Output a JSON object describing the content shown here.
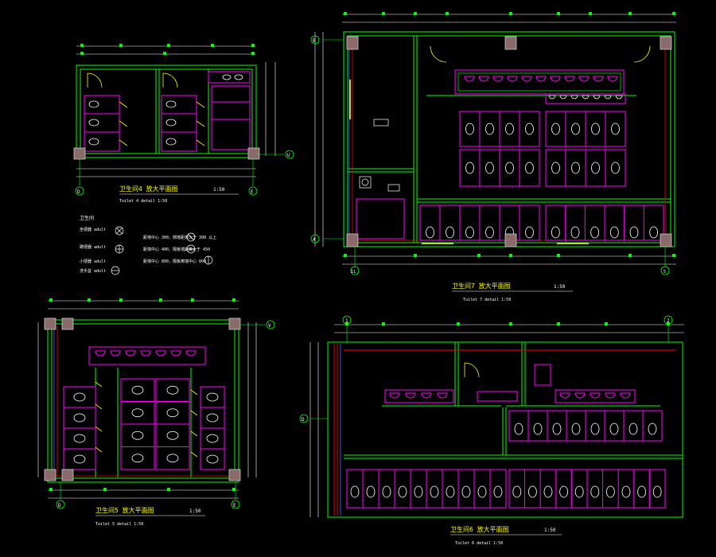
{
  "colors": {
    "background": "#000000",
    "wall": "#00ff00",
    "fixture": "#ff00ff",
    "dimension": "#ffffff",
    "column": "#c8c8c8",
    "door": "#ffff00",
    "grid_axis": "#00ffff",
    "red_line": "#ff0000",
    "blue_line": "#4060ff"
  },
  "drawings": {
    "p4": {
      "title": "卫生间4 放大平面图",
      "scale": "1:50",
      "subtitle": "Toilet 4 detail  1:50"
    },
    "p7": {
      "title": "卫生间7 放大平面图",
      "scale": "1:50",
      "subtitle": "Toilet 7 detail  1:50"
    },
    "p5": {
      "title": "卫生间5 放大平面图",
      "scale": "1:50",
      "subtitle": "Toilet 5 detail  1:50"
    },
    "p6": {
      "title": "卫生间6 放大平面图",
      "scale": "1:50",
      "subtitle": "Toilet 6 detail  1:50"
    }
  },
  "legend": {
    "title": "卫生间",
    "rows": [
      {
        "label": "坐便器 adult",
        "note": "距墙中心 300，侧墙距离大于 300 以上"
      },
      {
        "label": "蹲便器 adult",
        "note": "距墙中心 400，隔板墙距离大于 450"
      },
      {
        "label": "小便器 adult",
        "note": "距墙中心 800，隔板离墙中心 800"
      },
      {
        "label": "洗手盆 adult",
        "note": ""
      }
    ]
  },
  "grid_labels": {
    "p4_bottom": [
      "D",
      "E"
    ],
    "p4_right": [
      "U"
    ],
    "p7_left": [
      "B",
      "A"
    ],
    "p7_bottom": [
      "11",
      "5"
    ],
    "p5_bottom": [
      "D",
      "E"
    ],
    "p5_right": [
      "V"
    ],
    "p6_top": [
      "1",
      "2"
    ],
    "p6_left": [
      "D"
    ]
  }
}
